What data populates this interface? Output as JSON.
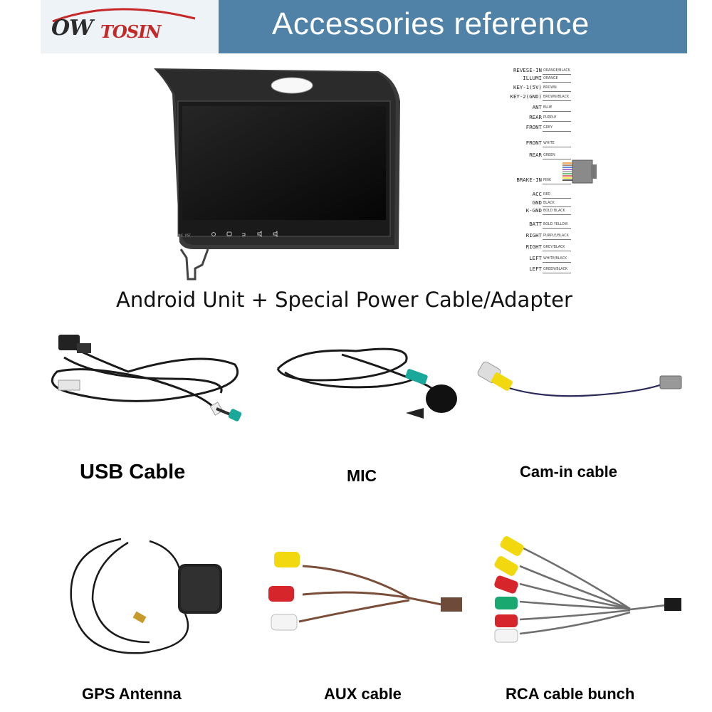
{
  "banner": {
    "logo_ow": "OW",
    "logo_tosin": "TOSIN",
    "title": "Accessories reference"
  },
  "main_caption": "Android Unit + Special Power Cable/Adapter",
  "head_unit": {
    "buttons": [
      "MIC",
      "RST"
    ]
  },
  "wiring": [
    {
      "label": "REVESE-IN",
      "color": "ORANGE/BLACK"
    },
    {
      "label": "ILLUMI",
      "color": "ORANGE"
    },
    {
      "label": "KEY-1(5V)",
      "color": "BROWN"
    },
    {
      "label": "KEY-2(GND)",
      "color": "BROWN/BLACK"
    },
    {
      "label": "ANT",
      "color": "BLUE"
    },
    {
      "label": "REAR",
      "color": "PURPLE"
    },
    {
      "label": "FRONT",
      "color": "GREY"
    },
    {
      "label": "FRONT",
      "color": "WHITE"
    },
    {
      "label": "REAR",
      "color": "GREEN"
    },
    {
      "label": "BRAKE-IN",
      "color": "PINK"
    },
    {
      "label": "ACC",
      "color": "RED"
    },
    {
      "label": "GND",
      "color": "BLACK"
    },
    {
      "label": "K-GND",
      "color": "BOLD BLACK"
    },
    {
      "label": "BATT",
      "color": "BOLD YELLOW"
    },
    {
      "label": "RIGHT",
      "color": "PURPLE/BLACK"
    },
    {
      "label": "RIGHT",
      "color": "GREY/BLACK"
    },
    {
      "label": "LEFT",
      "color": "WHITE/BLACK"
    },
    {
      "label": "LEFT",
      "color": "GREEN/BLACK"
    }
  ],
  "accessories": {
    "usb": "USB Cable",
    "mic": "MIC",
    "cam": "Cam-in cable",
    "gps": "GPS Antenna",
    "aux": "AUX cable",
    "rca": "RCA cable bunch"
  },
  "colors": {
    "banner": "#4f82a6",
    "rca_yellow": "#f2d80f",
    "rca_red": "#d7262b",
    "rca_green": "#19a86f",
    "rca_white": "#f4f4f4"
  }
}
